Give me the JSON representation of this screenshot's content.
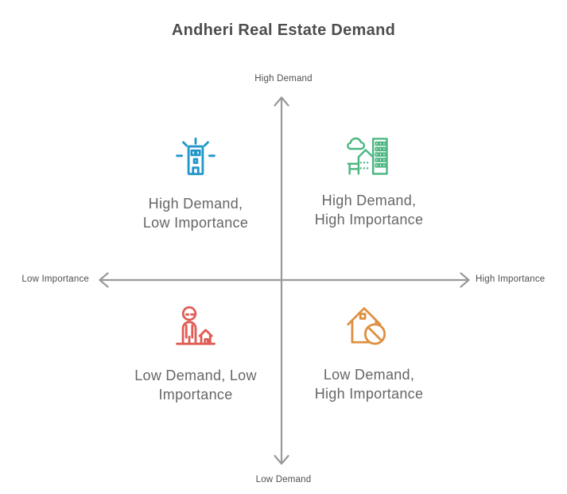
{
  "title": "Andheri Real Estate Demand",
  "colors": {
    "background": "#ffffff",
    "title_text": "#4d4d4d",
    "axis_line": "#999999",
    "axis_label_text": "#4f4f4f",
    "quadrant_label_text": "#666666"
  },
  "axis": {
    "top_label": "High Demand",
    "bottom_label": "Low Demand",
    "left_label": "Low Importance",
    "right_label": "High Importance"
  },
  "quadrants": [
    {
      "position": "top-left",
      "icon": "shining-building-icon",
      "color": "#2196c9",
      "line1": "High Demand,",
      "line2": "Low Importance"
    },
    {
      "position": "top-right",
      "icon": "city-skyline-icon",
      "color": "#4cb782",
      "line1": "High Demand,",
      "line2": "High Importance"
    },
    {
      "position": "bottom-left",
      "icon": "person-with-house-icon",
      "color": "#e05c55",
      "line1": "Low Demand, Low",
      "line2": "Importance"
    },
    {
      "position": "bottom-right",
      "icon": "house-prohibited-icon",
      "color": "#de9042",
      "line1": "Low Demand,",
      "line2": "High Importance"
    }
  ]
}
